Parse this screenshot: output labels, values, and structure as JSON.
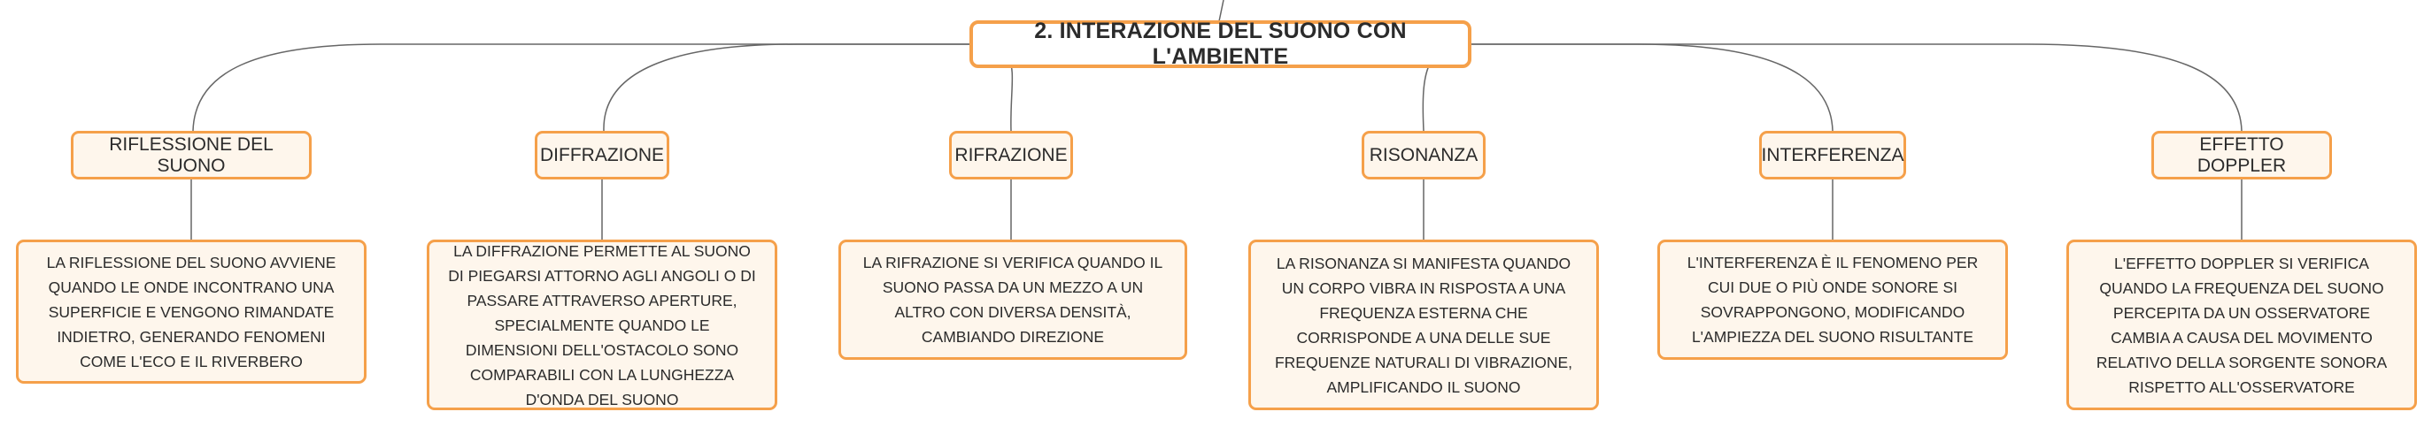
{
  "central_topic": "2. INTERAZIONE DEL SUONO CON L'AMBIENTE",
  "accent_color": "#f5a04a",
  "topic_fill": "#fef6ec",
  "branches": [
    {
      "title": "RIFLESSIONE DEL SUONO",
      "description": "LA RIFLESSIONE DEL SUONO AVVIENE QUANDO LE ONDE INCONTRANO UNA SUPERFICIE E VENGONO RIMANDATE INDIETRO, GENERANDO FENOMENI COME L'ECO E IL RIVERBERO"
    },
    {
      "title": "DIFFRAZIONE",
      "description": "LA DIFFRAZIONE PERMETTE AL SUONO DI PIEGARSI ATTORNO AGLI ANGOLI O DI PASSARE ATTRAVERSO APERTURE, SPECIALMENTE QUANDO LE DIMENSIONI DELL'OSTACOLO SONO COMPARABILI CON LA LUNGHEZZA D'ONDA DEL SUONO"
    },
    {
      "title": "RIFRAZIONE",
      "description": "LA RIFRAZIONE SI VERIFICA QUANDO IL SUONO PASSA DA UN MEZZO A UN ALTRO CON DIVERSA DENSITÀ, CAMBIANDO DIREZIONE"
    },
    {
      "title": "RISONANZA",
      "description": "LA RISONANZA SI MANIFESTA QUANDO UN CORPO VIBRA IN RISPOSTA A UNA FREQUENZA ESTERNA CHE CORRISPONDE A UNA DELLE SUE FREQUENZE NATURALI DI VIBRAZIONE, AMPLIFICANDO IL SUONO"
    },
    {
      "title": "INTERFERENZA",
      "description": "L'INTERFERENZA È IL FENOMENO PER CUI DUE O PIÙ ONDE SONORE SI SOVRAPPONGONO, MODIFICANDO L'AMPIEZZA DEL SUONO RISULTANTE"
    },
    {
      "title": "EFFETTO DOPPLER",
      "description": "L'EFFETTO DOPPLER SI VERIFICA QUANDO LA FREQUENZA DEL SUONO PERCEPITA DA UN OSSERVATORE CAMBIA A CAUSA DEL MOVIMENTO RELATIVO DELLA SORGENTE SONORA RISPETTO ALL'OSSERVATORE"
    }
  ]
}
